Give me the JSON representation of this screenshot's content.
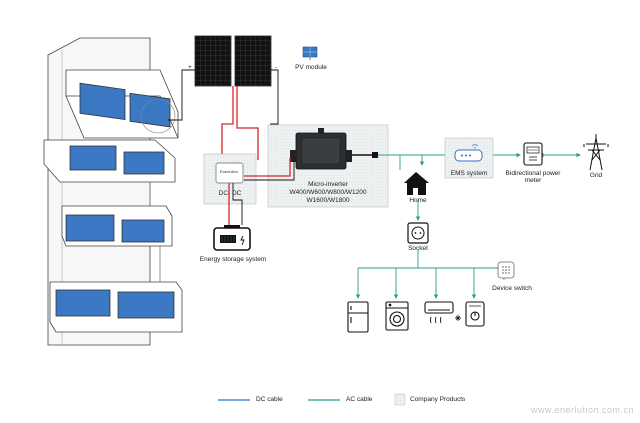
{
  "labels": {
    "pv_module": "PV module",
    "dcdc_brand": "Enerlution",
    "dcdc": "DC- DC",
    "micro_inverter_line1": "Micro-inverter",
    "micro_inverter_line2": "W400/W600/W800/W1200",
    "micro_inverter_line3": "W1600/W1800",
    "energy_storage": "Energy storage system",
    "home": "Home",
    "socket": "Socket",
    "ems": "EMS system",
    "meter_line1": "Bidirectional power",
    "meter_line2": "meter",
    "grid": "Grid",
    "device_switch": "Device switch",
    "polarity_plus": "+",
    "polarity_minus": "-"
  },
  "legend": {
    "dc_cable": "DC cable",
    "ac_cable": "AC cable",
    "company_products": "Company Products"
  },
  "icons": {
    "house": "house-icon",
    "socket": "socket-icon",
    "fridge": "refrigerator-icon",
    "washer": "washing-machine-icon",
    "ac": "air-conditioner-icon",
    "heater": "water-heater-icon",
    "battery": "battery-icon",
    "tower": "power-tower-icon",
    "meter": "meter-icon",
    "router": "ems-router-icon",
    "switch": "device-switch-icon"
  },
  "colors": {
    "dc_cable": "#2f6fd6",
    "ac_cable": "#2a9d8f",
    "company_products_fill": "#e9eeee",
    "red_wire": "#d62828",
    "solar_blue": "#3b78c4"
  },
  "watermark": "www.enerlution.com.cn"
}
